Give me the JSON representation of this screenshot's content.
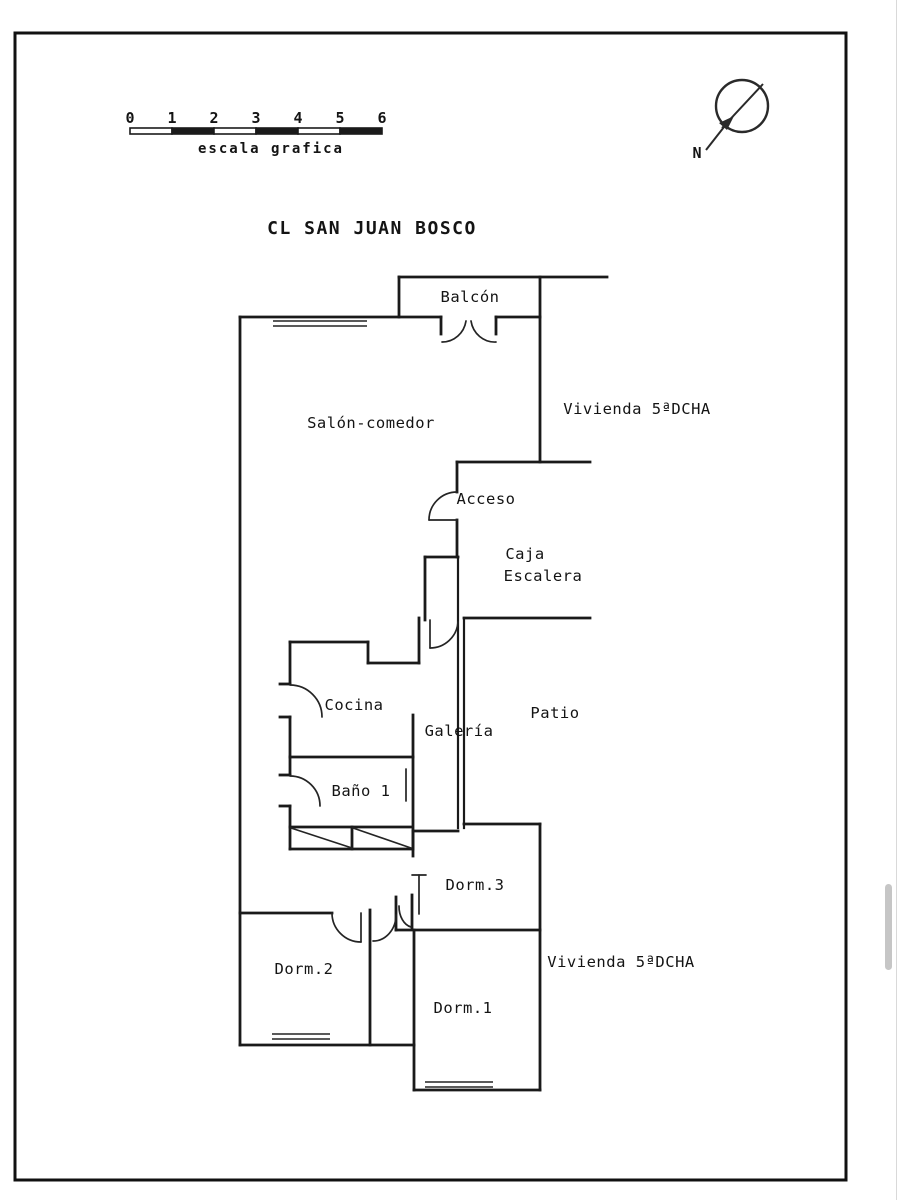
{
  "street_label": "CL SAN JUAN BOSCO",
  "scale_bar": {
    "ticks": [
      "0",
      "1",
      "2",
      "3",
      "4",
      "5",
      "6"
    ],
    "caption": "escala grafica"
  },
  "north": {
    "label": "N"
  },
  "labels": {
    "balcony": "Balcón",
    "living": "Salón-comedor",
    "dwelling_top": "Vivienda 5ªDCHA",
    "access": "Acceso",
    "stairwell_line1": "Caja",
    "stairwell_line2": "Escalera",
    "kitchen": "Cocina",
    "gallery": "Galería",
    "patio": "Patio",
    "bath": "Baño 1",
    "bedroom3": "Dorm.3",
    "bedroom2": "Dorm.2",
    "bedroom1": "Dorm.1",
    "dwelling_bottom": "Vivienda 5ªDCHA"
  },
  "colors": {
    "line": "#1a1a1a",
    "scrollbar_thumb": "#c6c6c6"
  }
}
